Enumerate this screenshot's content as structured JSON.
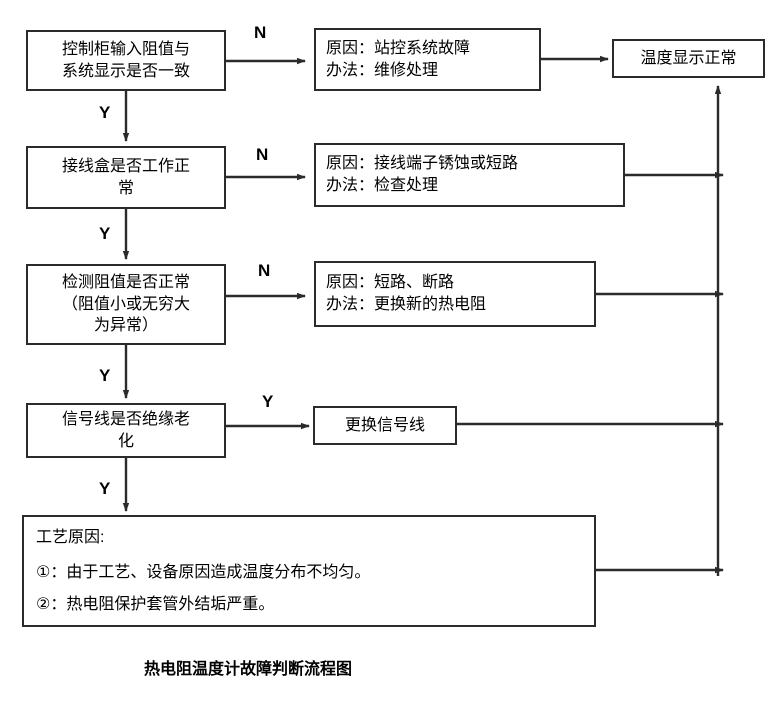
{
  "diagram": {
    "caption": "热电阻温度计故障判断流程图",
    "decisions": [
      {
        "id": "check-cabinet",
        "lines": [
          "控制柜输入阻值与",
          "系统显示是否一致"
        ],
        "no_label": "N",
        "yes_label": "Y"
      },
      {
        "id": "check-junction-box",
        "lines": [
          "接线盒是否工作正",
          "常"
        ],
        "no_label": "N",
        "yes_label": "Y"
      },
      {
        "id": "check-resistance",
        "lines": [
          "检测阻值是否正常",
          "（阻值小或无穷大",
          "为异常）"
        ],
        "no_label": "N",
        "yes_label": "Y"
      },
      {
        "id": "check-signal-wire",
        "lines": [
          "信号线是否绝缘老",
          "化"
        ],
        "yes_branch_label": "Y",
        "yes_down_label": "Y"
      }
    ],
    "remedies": [
      {
        "id": "remedy-station-control",
        "lines": [
          "原因：站控系统故障",
          "办法：维修处理"
        ]
      },
      {
        "id": "remedy-terminal-corrosion",
        "lines": [
          "原因：接线端子锈蚀或短路",
          "办法：检查处理"
        ]
      },
      {
        "id": "remedy-short-open-circuit",
        "lines": [
          "原因：短路、断路",
          "办法：更换新的热电阻"
        ]
      },
      {
        "id": "remedy-replace-signal-wire",
        "lines": [
          "更换信号线"
        ]
      }
    ],
    "process_cause": {
      "id": "process-cause",
      "title": "工艺原因:",
      "items": [
        "①：由于工艺、设备原因造成温度分布不均匀。",
        "②：热电阻保护套管外结垢严重。"
      ]
    },
    "terminal": {
      "id": "temperature-normal",
      "label": "温度显示正常"
    },
    "colors": {
      "stroke": "#2b2b2b",
      "text": "#000000",
      "background": "#ffffff"
    }
  }
}
